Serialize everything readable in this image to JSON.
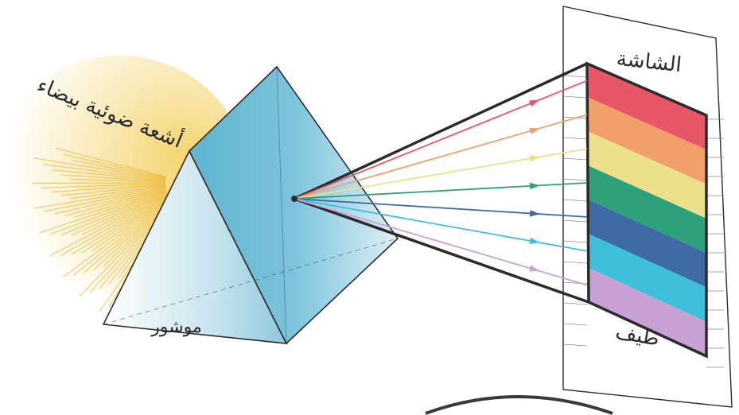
{
  "labels": {
    "white_light": "أشعة ضوئية بيضاء",
    "prism": "موشور",
    "screen": "الشاشة",
    "spectrum": "طيف"
  },
  "colors": {
    "rays": "#e8b838",
    "prism_fill": "#5fb4d0",
    "outline": "#2b2b2b"
  },
  "spectrum_bands": [
    {
      "name": "red",
      "color": "#e8566a"
    },
    {
      "name": "orange",
      "color": "#f0a068"
    },
    {
      "name": "yellow",
      "color": "#ece08a"
    },
    {
      "name": "green",
      "color": "#2ea07a"
    },
    {
      "name": "blue",
      "color": "#3e6aa6"
    },
    {
      "name": "cyan",
      "color": "#3ec0da"
    },
    {
      "name": "violet",
      "color": "#c8a2d4"
    }
  ]
}
